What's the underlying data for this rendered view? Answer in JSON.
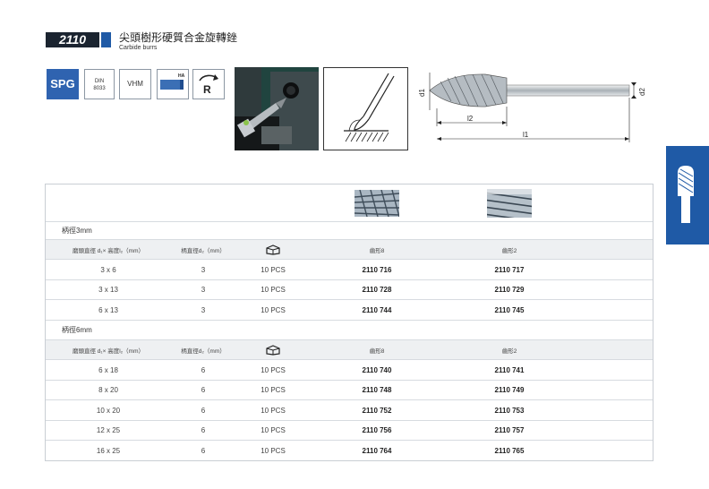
{
  "header": {
    "code": "2110",
    "title_cn": "尖頭樹形硬質合金旋轉銼",
    "title_en": "Carbide burrs"
  },
  "specs": {
    "spg": "SPG",
    "din_line1": "DIN",
    "din_line2": "8033",
    "vhm": "VHM",
    "ha": "HA",
    "r": "R"
  },
  "drawing": {
    "d1": "d1",
    "d2": "d2",
    "l1": "l1",
    "l2": "l2"
  },
  "table": {
    "columns": {
      "head_dim": "磨頭直徑 d₁× 高度l₂（mm）",
      "shank": "柄直徑d₂（mm）",
      "cut8": "齒形8",
      "cut2": "齒形2"
    },
    "sections": [
      {
        "label": "柄徑3mm",
        "rows": [
          {
            "dim": "3 x 6",
            "shank": "3",
            "pack": "10 PCS",
            "cut8": "2110 716",
            "cut2": "2110 717"
          },
          {
            "dim": "3 x 13",
            "shank": "3",
            "pack": "10 PCS",
            "cut8": "2110 728",
            "cut2": "2110 729"
          },
          {
            "dim": "6 x 13",
            "shank": "3",
            "pack": "10 PCS",
            "cut8": "2110 744",
            "cut2": "2110 745"
          }
        ]
      },
      {
        "label": "柄徑6mm",
        "rows": [
          {
            "dim": "6 x 18",
            "shank": "6",
            "pack": "10 PCS",
            "cut8": "2110 740",
            "cut2": "2110 741"
          },
          {
            "dim": "8 x 20",
            "shank": "6",
            "pack": "10 PCS",
            "cut8": "2110 748",
            "cut2": "2110 749"
          },
          {
            "dim": "10 x 20",
            "shank": "6",
            "pack": "10 PCS",
            "cut8": "2110 752",
            "cut2": "2110 753"
          },
          {
            "dim": "12 x 25",
            "shank": "6",
            "pack": "10 PCS",
            "cut8": "2110 756",
            "cut2": "2110 757"
          },
          {
            "dim": "16 x 25",
            "shank": "6",
            "pack": "10 PCS",
            "cut8": "2110 764",
            "cut2": "2110 765"
          }
        ]
      }
    ]
  },
  "colors": {
    "accent_blue": "#1f5aa6",
    "badge_dark": "#1b2430",
    "spg_blue": "#2f63b0"
  }
}
